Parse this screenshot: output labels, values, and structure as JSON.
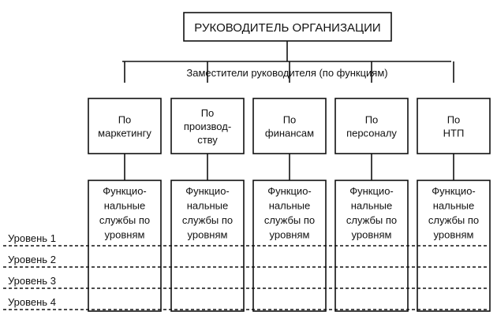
{
  "title": "РУКОВОДИТЕЛЬ ОРГАНИЗАЦИИ",
  "deputies_label": "Заместители руководителя (по функциям)",
  "columns": [
    {
      "head": [
        "По",
        "маркетингу"
      ],
      "service": [
        "Функцио-",
        "нальные",
        "службы по",
        "уровням"
      ]
    },
    {
      "head": [
        "По",
        "производ-",
        "ству"
      ],
      "service": [
        "Функцио-",
        "нальные",
        "службы по",
        "уровням"
      ]
    },
    {
      "head": [
        "По",
        "финансам"
      ],
      "service": [
        "Функцио-",
        "нальные",
        "службы по",
        "уровням"
      ]
    },
    {
      "head": [
        "По",
        "персоналу"
      ],
      "service": [
        "Функцио-",
        "нальные",
        "службы по",
        "уровням"
      ]
    },
    {
      "head": [
        "По",
        "НТП"
      ],
      "service": [
        "Функцио-",
        "нальные",
        "службы по",
        "уровням"
      ]
    }
  ],
  "levels": [
    "Уровень 1",
    "Уровень 2",
    "Уровень 3",
    "Уровень 4"
  ]
}
